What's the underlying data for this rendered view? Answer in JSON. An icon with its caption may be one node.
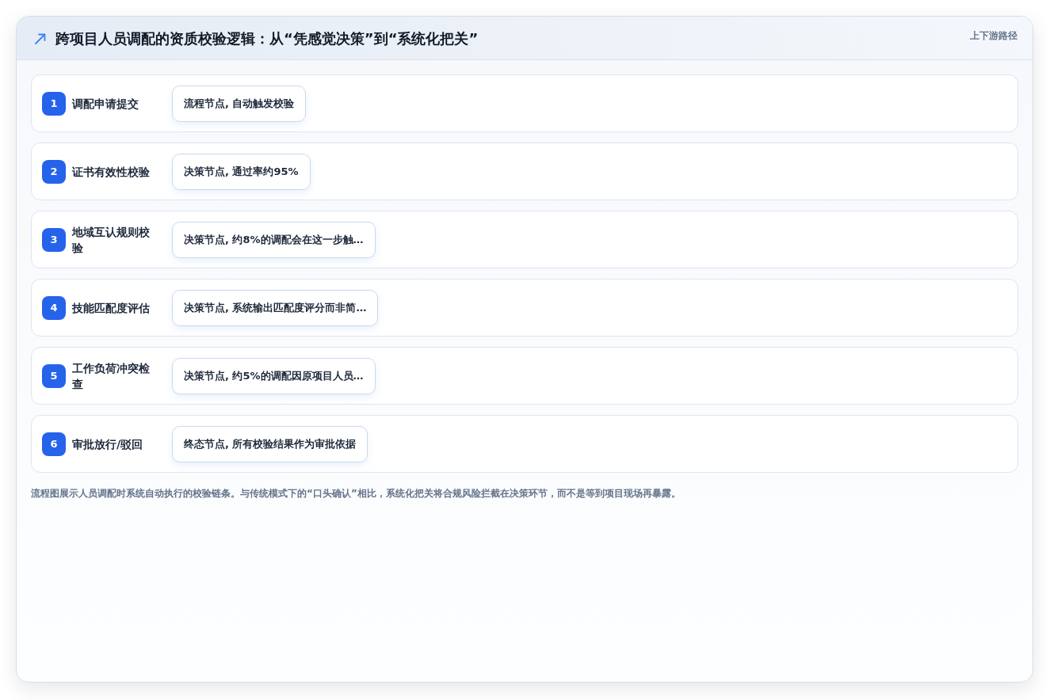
{
  "diagram": {
    "title": "跨项目人员调配的资质校验逻辑：从“凭感觉决策”到“系统化把关”",
    "caption": "流程图展示人员调配时系统自动执行的校验链条。与传统模式下的“口头确认”相比，系统化把关将合规风险拦截在决策环节，而不是等到项目现场再暴露。",
    "nodes": [
      {
        "text": [
          "调配申请提交"
        ]
      },
      {
        "text": [
          "1"
        ],
        "in": 0
      },
      {
        "text": [
          "流程节点, 自动触发校验"
        ],
        "in": 0
      },
      {
        "text": [
          "证书有效性校验"
        ]
      },
      {
        "text": [
          "2"
        ],
        "in": 3
      },
      {
        "text": [
          "决策节点, 通过率约95%"
        ],
        "in": 3
      },
      {
        "text": [
          "地域互认规则校验"
        ]
      },
      {
        "text": [
          "3"
        ],
        "in": 6
      },
      {
        "text": [
          "决策节点, 约8%的调配会在这一步触…"
        ],
        "in": 6
      },
      {
        "text": [
          "技能匹配度评估"
        ]
      },
      {
        "text": [
          "4"
        ],
        "in": 9
      },
      {
        "text": [
          "决策节点, 系统输出匹配度评分而非简…"
        ],
        "in": 9
      },
      {
        "text": [
          "工作负荷冲突检查"
        ]
      },
      {
        "text": [
          "5"
        ],
        "in": 12
      },
      {
        "text": [
          "决策节点, 约5%的调配因原项目人员…"
        ],
        "in": 12
      },
      {
        "text": [
          "审批放行/驳回"
        ]
      },
      {
        "text": [
          "6"
        ],
        "in": 15
      },
      {
        "text": [
          "终态节点, 所有校验结果作为审批依据"
        ],
        "in": 15
      }
    ],
    "labels": [
      "上下游路径"
    ]
  }
}
